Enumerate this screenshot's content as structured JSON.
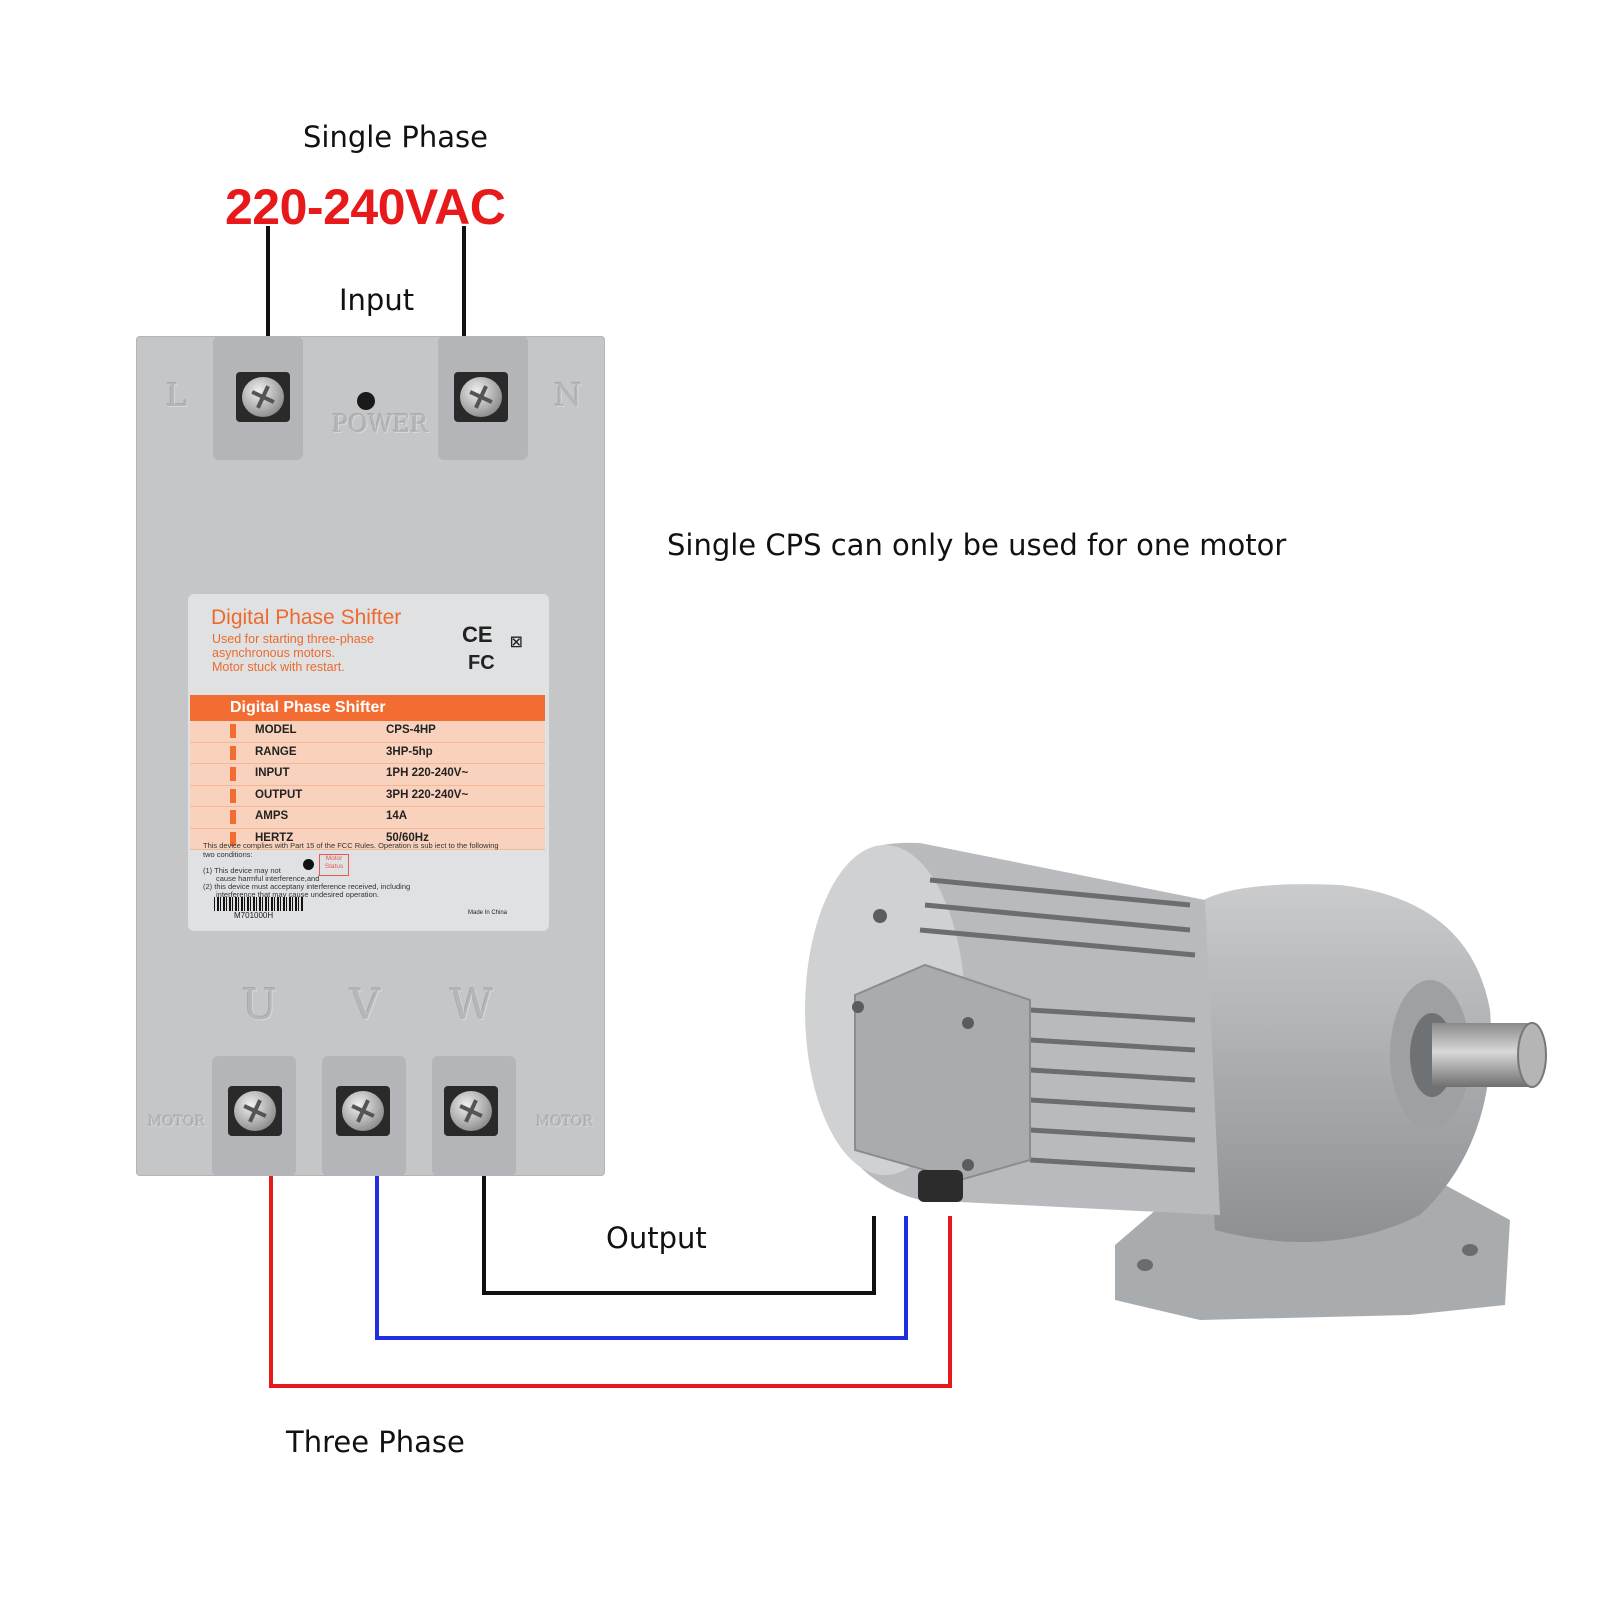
{
  "labels": {
    "single_phase": "Single Phase",
    "voltage": "220-240VAC",
    "input": "Input",
    "single_cps_note": "Single CPS can only be used for one motor",
    "output": "Output",
    "three_phase": "Three Phase"
  },
  "device": {
    "terminal_L": "L",
    "terminal_N": "N",
    "power": "POWER",
    "terminal_U": "U",
    "terminal_V": "V",
    "terminal_W": "W",
    "motor_left": "MOTOR",
    "motor_right": "MOTOR"
  },
  "plate": {
    "title": "Digital Phase Shifter",
    "desc_1": "Used for starting three-phase",
    "desc_2": "asynchronous motors.",
    "desc_3": "Motor stuck with restart.",
    "ce_mark": "CE",
    "fc_mark": "FC",
    "header": "Digital Phase Shifter",
    "specs": [
      {
        "key": "MODEL",
        "value": "CPS-4HP"
      },
      {
        "key": "RANGE",
        "value": "3HP-5hp"
      },
      {
        "key": "INPUT",
        "value": "1PH 220-240V~"
      },
      {
        "key": "OUTPUT",
        "value": "3PH 220-240V~"
      },
      {
        "key": "AMPS",
        "value": "14A"
      },
      {
        "key": "HERTZ",
        "value": "50/60Hz"
      }
    ],
    "fcc_1": "This device complies with Part 15 of the FCC Rules. Operation is sub iect to the following",
    "fcc_2": "two conditions:",
    "fcc_3": "(1) This device may not",
    "fcc_4": "cause harmful interference,and",
    "fcc_5": "(2) this device must acceptany interference received, including",
    "fcc_6": "interference that may cause undesired operation.",
    "motor_status": "Motor Status",
    "barcode_number": "M701000H",
    "made_in": "Made In China"
  },
  "colors": {
    "voltage_red": "#e8191b",
    "wire_black": "#111111",
    "wire_blue": "#1f2fe0",
    "wire_red": "#e8191b",
    "plate_orange": "#f36d32"
  }
}
